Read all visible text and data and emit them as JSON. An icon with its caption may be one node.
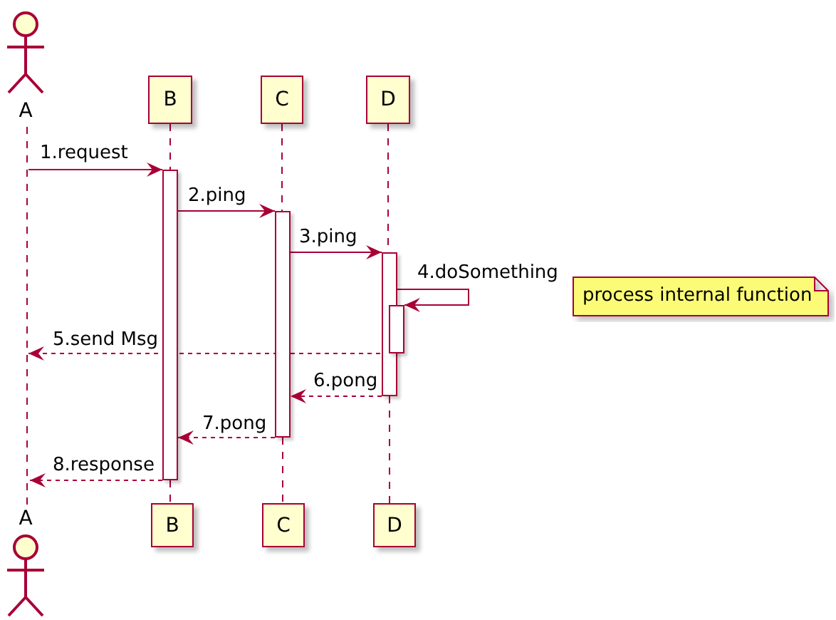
{
  "diagram": {
    "nodes": [
      {
        "text": [],
        "shape": "person",
        "beside": [
          "A"
        ]
      },
      {
        "text": [
          "B"
        ]
      },
      {
        "text": [
          "C"
        ]
      },
      {
        "text": [
          "D"
        ]
      },
      {
        "text": [],
        "shape": "person",
        "beside": [
          "A"
        ]
      },
      {
        "text": [
          "B"
        ]
      },
      {
        "text": [
          "C"
        ]
      },
      {
        "text": [
          "D"
        ]
      },
      {
        "text": [],
        "shape": "bar"
      },
      {
        "text": [],
        "shape": "bar"
      },
      {
        "text": [],
        "shape": "bar"
      },
      {
        "text": [],
        "shape": "bar"
      },
      {
        "text": [
          "process internal function"
        ]
      }
    ],
    "edges": [
      {
        "from": 0,
        "to": 4,
        "arrow": "none",
        "style": "dashed"
      },
      {
        "from": 1,
        "to": 8,
        "arrow": "none",
        "style": "dashed"
      },
      {
        "from": 8,
        "to": 5,
        "arrow": "none",
        "style": "dashed"
      },
      {
        "from": 2,
        "to": 9,
        "arrow": "none",
        "style": "dashed"
      },
      {
        "from": 9,
        "to": 6,
        "arrow": "none",
        "style": "dashed"
      },
      {
        "from": 3,
        "to": 10,
        "arrow": "none",
        "style": "dashed"
      },
      {
        "from": 10,
        "to": 7,
        "arrow": "none",
        "style": "dashed"
      },
      {
        "from": null,
        "to": 8,
        "arrow": "to",
        "label": "1.request"
      },
      {
        "from": 8,
        "to": 9,
        "arrow": "to",
        "label": "2.ping"
      },
      {
        "from": 9,
        "to": 10,
        "arrow": "to",
        "label": "3.ping"
      },
      {
        "from": 10,
        "to": 11,
        "arrow": "to",
        "label": "4.doSomething"
      },
      {
        "from": 11,
        "to": null,
        "arrow": "to",
        "label": "5.send Msg",
        "style": "dashed"
      },
      {
        "from": 10,
        "to": 9,
        "arrow": "to",
        "label": "6.pong",
        "style": "dashed"
      },
      {
        "from": 9,
        "to": 8,
        "arrow": "to",
        "label": "7.pong",
        "style": "dashed"
      },
      {
        "from": 8,
        "to": 4,
        "arrow": "to",
        "label": "8.response",
        "style": "dashed"
      }
    ]
  }
}
